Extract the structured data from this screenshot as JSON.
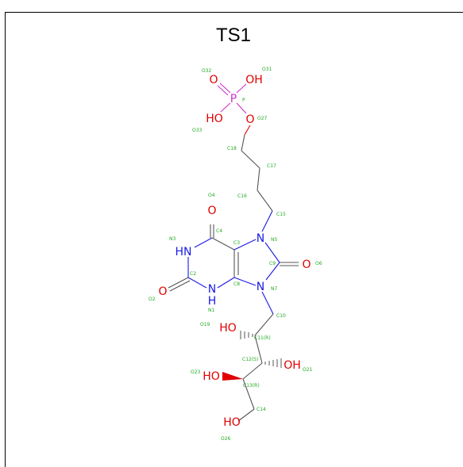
{
  "title": "TS1",
  "atoms": {
    "o32": "O",
    "oh_p1": "OH",
    "p": "P",
    "ho_p": "HO",
    "o27": "O",
    "o4": "O",
    "hn_n3": "HN",
    "n5": "N",
    "o6": "O",
    "o2": "O",
    "hn_n1": "N",
    "h_n1": "H",
    "n7": "N",
    "ho19": "HO",
    "oh21": "OH",
    "ho23": "HO",
    "ho26": "HO"
  },
  "labels": {
    "O32": "O32",
    "O31": "O31",
    "P": "P",
    "O33": "O33",
    "O27": "O27",
    "C18": "C18",
    "C17": "C17",
    "C16": "C16",
    "C15": "C15",
    "O4": "O4",
    "C4": "C4",
    "N3": "N3",
    "C3": "C3",
    "N5": "N5",
    "C9": "C9",
    "O6": "O6",
    "C2": "C2",
    "C8": "C8",
    "O2": "O2",
    "N1": "N1",
    "N7": "N7",
    "C10": "C10",
    "O19": "O19",
    "C11": "C11(R)",
    "C12": "C12(S)",
    "O21": "O21",
    "O23": "O23",
    "C13": "C13(R)",
    "C14": "C14",
    "O26": "O26"
  },
  "colors": {
    "oxygen": "#e00000",
    "nitrogen": "#1a1ae6",
    "phosphorus": "#cc33cc",
    "bond": "#555555",
    "index": "#22aa22"
  }
}
